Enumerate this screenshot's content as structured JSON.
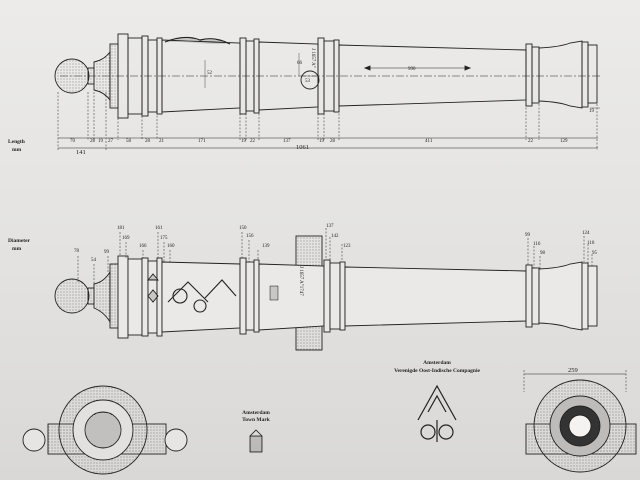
{
  "side_labels": {
    "length": "Length",
    "length_unit": "mm",
    "diameter": "Diameter",
    "diameter_unit": "mm"
  },
  "top_view": {
    "inner_dims": {
      "d52": "52",
      "d66": "66",
      "d53": "53",
      "bore": "990"
    },
    "segments": [
      "70",
      "28",
      "19",
      "27",
      "58",
      "28",
      "21",
      "171",
      "19",
      "22",
      "137",
      "19",
      "28",
      "411",
      "22",
      "129"
    ],
    "muzzle_tail": "19",
    "sub_total": "141",
    "total": "1061"
  },
  "side_view": {
    "diameters": [
      "78",
      "54",
      "99",
      "181",
      "169",
      "166",
      "161",
      "175",
      "160",
      "150",
      "156",
      "139",
      "137",
      "142",
      "123",
      "99",
      "116",
      "98",
      "124",
      "110",
      "95"
    ],
    "barrel_inscription": "J 1657 A°1747"
  },
  "captions": {
    "town_mark_city": "Amsterdam",
    "town_mark": "Town Mark",
    "voc_city": "Amsterdam",
    "voc_name": "Verenigde Oost-Indische Compagnie",
    "muzzle_width": "259"
  }
}
